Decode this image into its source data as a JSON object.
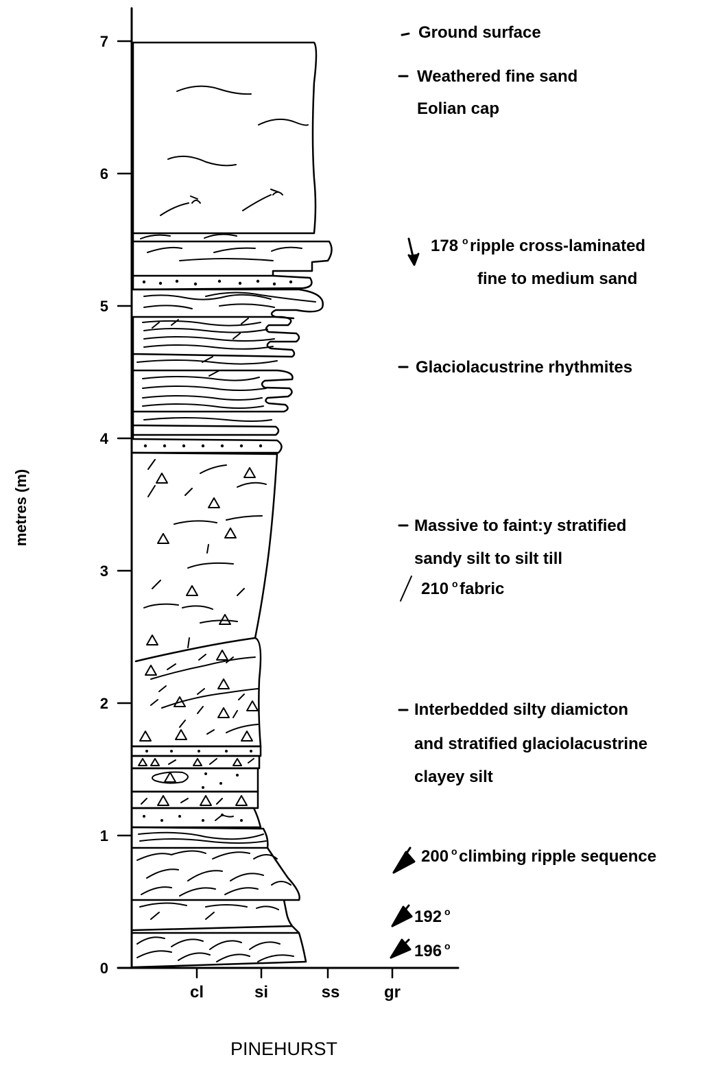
{
  "axis": {
    "title": "metres (m)",
    "ticks": [
      "0",
      "1",
      "2",
      "3",
      "4",
      "5",
      "6",
      "7"
    ]
  },
  "grain_sizes": [
    "cl",
    "si",
    "ss",
    "gr"
  ],
  "annotations": {
    "ground_surface": "Ground surface",
    "eolian_line1": "Weathered fine sand",
    "eolian_line2": "Eolian cap",
    "ripple178_num": "178",
    "ripple178_line1": "ripple cross-laminated",
    "ripple178_line2": "fine to medium sand",
    "rhythmites": "Glaciolacustrine rhythmites",
    "till_line1": "Massive to faint:y stratified",
    "till_line2": "sandy silt to silt till",
    "fabric_num": "210",
    "fabric_text": "fabric",
    "diamicton_line1": "Interbedded silty diamicton",
    "diamicton_line2": "and stratified glaciolacustrine",
    "diamicton_line3": "clayey silt",
    "climbing_num": "200",
    "climbing_text": "climbing ripple sequence",
    "deg192": "192",
    "deg196": "196"
  },
  "site_name": "PINEHURST"
}
